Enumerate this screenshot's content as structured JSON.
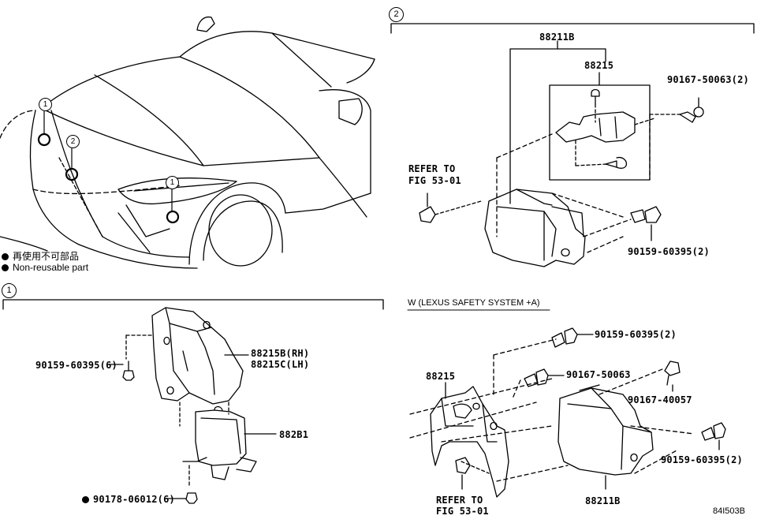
{
  "legend": {
    "cn": "再使用不可部品",
    "en": "Non-reusable part"
  },
  "callouts": {
    "one": "1",
    "two": "2"
  },
  "section2": {
    "assembly": "88211B",
    "bracket": "88215",
    "bolt_top": "90167-50063(2)",
    "refer_line1": "REFER TO",
    "refer_line2": "FIG 53-01",
    "bolt_right": "90159-60395(2)"
  },
  "section1": {
    "bracket_rh": "88215B(RH)",
    "bracket_lh": "88215C(LH)",
    "bolt": "90159-60395(6)",
    "sensor": "882B1",
    "nut": "90178-06012(6)"
  },
  "sectionW": {
    "title": "W (LEXUS SAFETY SYSTEM +A)",
    "bolt1": "90159-60395(2)",
    "bracket": "88215",
    "bolt2": "90167-50063",
    "bolt3": "90167-40057",
    "bolt4": "90159-60395(2)",
    "refer_line1": "REFER TO",
    "refer_line2": "FIG 53-01",
    "assembly": "88211B"
  },
  "figure_id": "84I503B"
}
